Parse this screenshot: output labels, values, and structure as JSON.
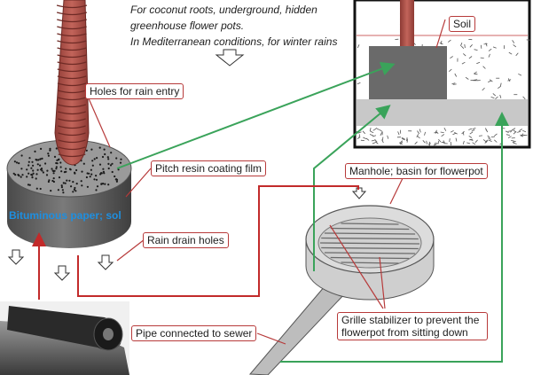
{
  "note_lines": [
    "For coconut roots, underground, hidden",
    "greenhouse flower pots.",
    "In Mediterranean conditions, for winter rains"
  ],
  "labels": {
    "holes": "Holes for rain entry",
    "pitch": "Pitch resin coating film",
    "drain": "Rain drain holes",
    "pipe": "Pipe connected to sewer",
    "manhole": "Manhole; basin for flowerpot",
    "grille": "Grille stabilizer to prevent the flowerpot from sitting down",
    "grille_line1": "Grille stabilizer to prevent the",
    "grille_line2": "flowerpot from sitting down",
    "soil": "Soil",
    "bitumen": "Bituminous paper; sol"
  },
  "colors": {
    "callout_border": "#b73a3a",
    "arrow_green": "#3aa35a",
    "arrow_red": "#c22a2a",
    "trunk": "#b8574e",
    "pot_body": "#6b6b6b",
    "grille_gray": "#c8c8c8"
  }
}
